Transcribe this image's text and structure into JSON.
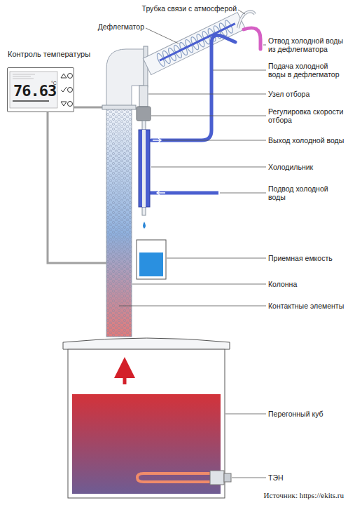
{
  "diagram": {
    "caption": "Источник: https://ekits.ru",
    "nodes": [
      {
        "text": [
          "Контроль температуры",
          "76.63",
          "°C"
        ]
      }
    ],
    "labels": [
      "Трубка связи с атмосферой",
      "Дефлегматор",
      "Отвод холодной воды из дефлегматора",
      "Подача холодной воды в дефлегматор",
      "Узел отбора",
      "Регулировка скорости отбора",
      "Выход холодной воды",
      "Холодильник",
      "Подвод холодной воды",
      "Приемная емкость",
      "Колонна",
      "Контактные элементы",
      "Перегонный куб",
      "ТЭН"
    ]
  }
}
